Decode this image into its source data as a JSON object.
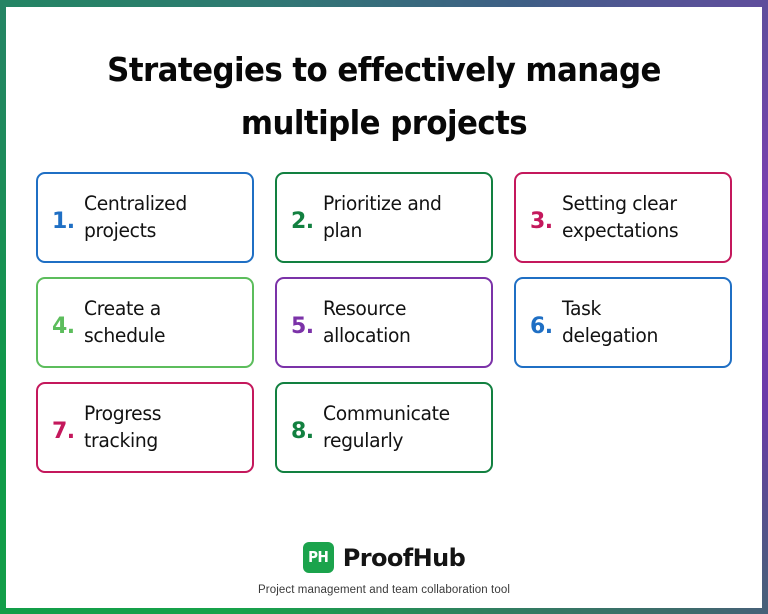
{
  "frame": {
    "gradient_colors": [
      "#3d6b6b",
      "#17a34a",
      "#2f7a72",
      "#7b3fb0"
    ]
  },
  "title": {
    "line1": "Strategies to effectively manage",
    "line2": "multiple projects"
  },
  "cards": [
    {
      "number": "1.",
      "line1": "Centralized",
      "line2": "projects",
      "color": "#1f6fc4"
    },
    {
      "number": "2.",
      "line1": "Prioritize and",
      "line2": "plan",
      "color": "#128040"
    },
    {
      "number": "3.",
      "line1": "Setting clear",
      "line2": "expectations",
      "color": "#c4185c"
    },
    {
      "number": "4.",
      "line1": "Create a",
      "line2": "schedule",
      "color": "#5cbd5c"
    },
    {
      "number": "5.",
      "line1": "Resource",
      "line2": "allocation",
      "color": "#7b32a8"
    },
    {
      "number": "6.",
      "line1": "Task",
      "line2": "delegation",
      "color": "#1f6fc4"
    },
    {
      "number": "7.",
      "line1": "Progress",
      "line2": "tracking",
      "color": "#c4185c"
    },
    {
      "number": "8.",
      "line1": "Communicate",
      "line2": "regularly",
      "color": "#128040"
    }
  ],
  "footer": {
    "logo_initials": "PH",
    "logo_color": "#1ba34c",
    "brand_name": "ProofHub",
    "tagline": "Project management and team collaboration tool"
  }
}
